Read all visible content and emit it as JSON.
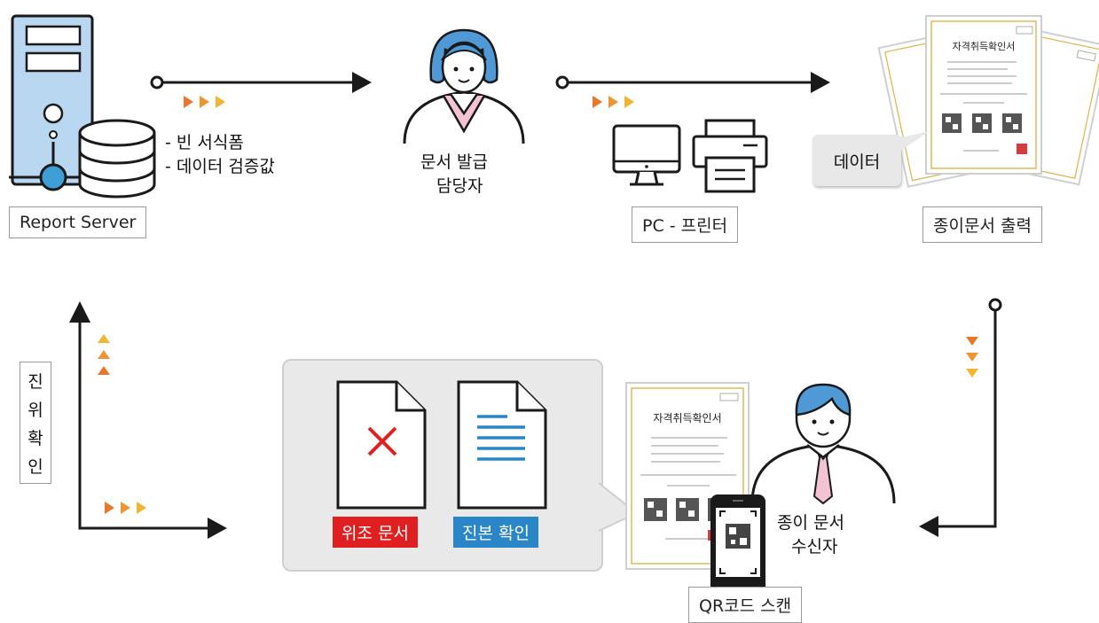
{
  "labels": {
    "report_server": "Report Server",
    "server_items": [
      "- 빈 서식폼",
      "- 데이터 검증값"
    ],
    "issuer_line1": "문서 발급",
    "issuer_line2": "담당자",
    "pc_printer": "PC - 프린터",
    "paper_output": "종이문서 출력",
    "data_bubble": "데이터",
    "verify_vertical": [
      "진",
      "위",
      "확",
      "인"
    ],
    "forged": "위조 문서",
    "genuine": "진본 확인",
    "receiver_line1": "종이 문서",
    "receiver_line2": "수신자",
    "qr_scan": "QR코드 스캔"
  },
  "certificate": {
    "title": "자격취득확인서"
  },
  "colors": {
    "forged_badge": "#e02020",
    "genuine_badge": "#2b86c8",
    "server_blue": "#b9d7f0",
    "arrow_orange": "#e8762b",
    "arrow_yellow": "#f2b531",
    "cert_border": "#e0b24a"
  }
}
